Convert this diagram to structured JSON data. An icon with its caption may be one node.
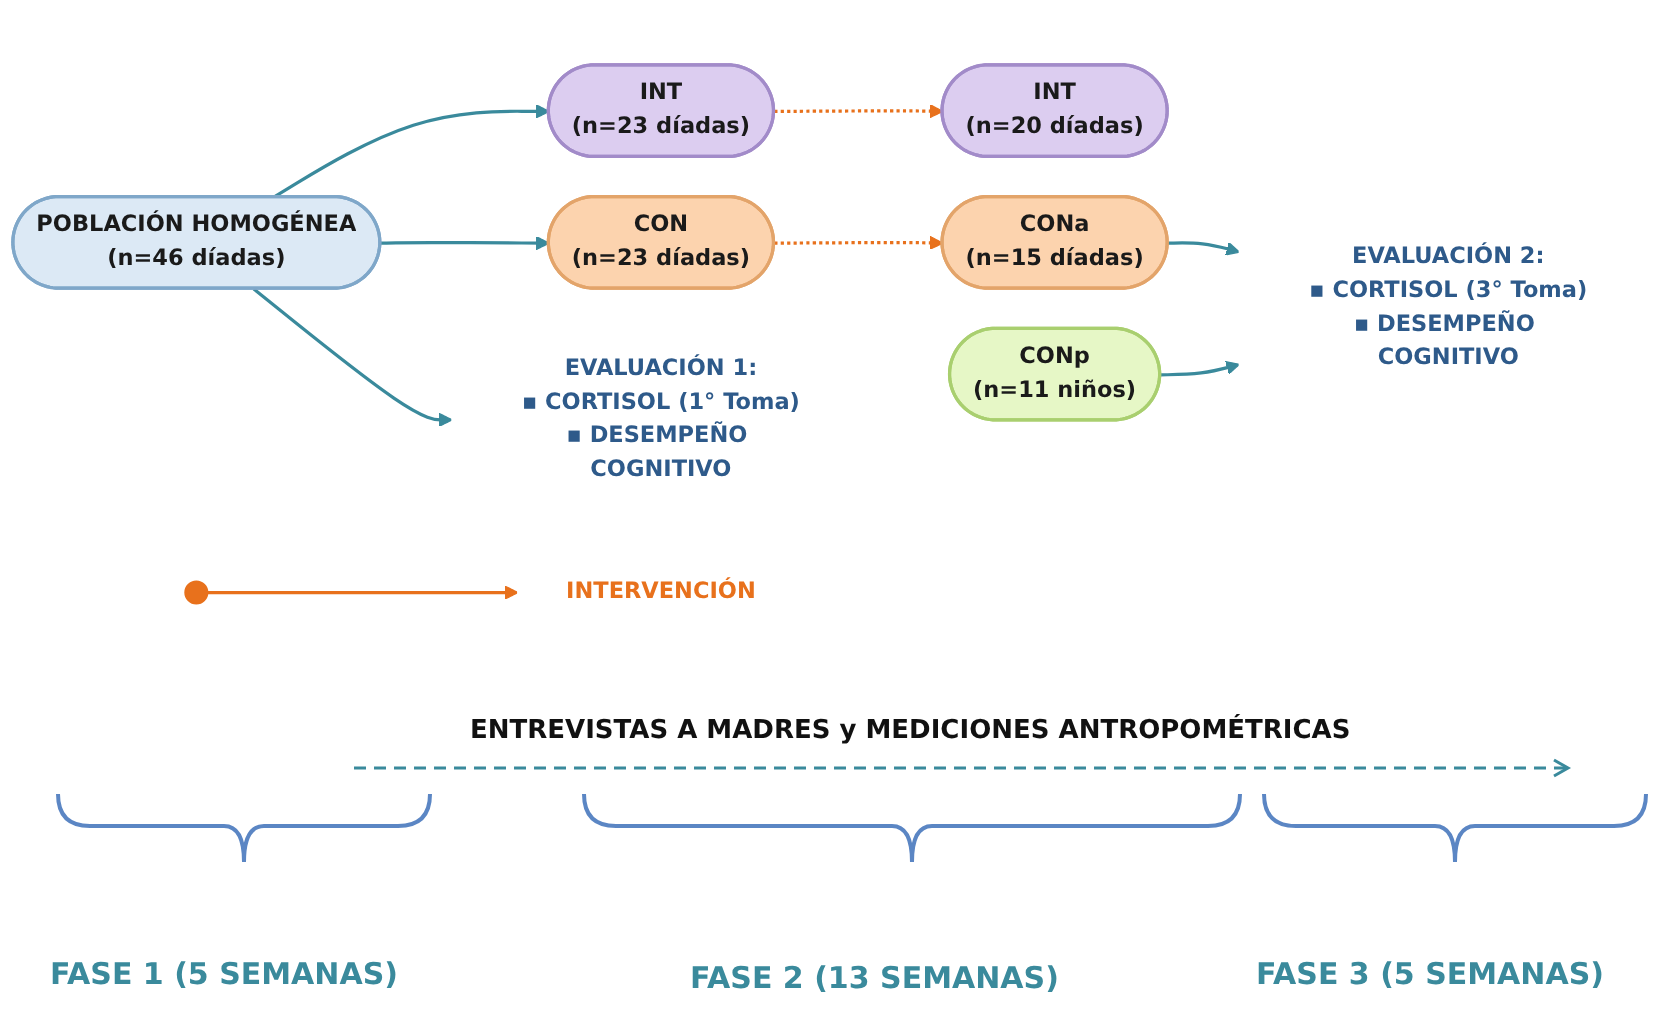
{
  "diagram": {
    "nodes": [
      {
        "text": [
          "POBLACIÓN HOMOGÉNEA",
          "(n=46 díadas)"
        ]
      },
      {
        "text": [
          "INT",
          "(n=23 díadas)"
        ]
      },
      {
        "text": [
          "CON",
          "(n=23 díadas)"
        ]
      },
      {
        "text": [
          "INT",
          "(n=20 díadas)"
        ]
      },
      {
        "text": [
          "CONp",
          "(n=11 niños)"
        ]
      },
      {
        "text": [
          "CONa",
          "(n=15 díadas)"
        ]
      },
      {
        "text": [
          "EVALUACIÓN 1:",
          "▪ CORTISOL (1° Toma)",
          "▪ DESEMPEÑO COGNITIVO"
        ]
      },
      {
        "text": [
          "INTERVENCIÓN"
        ]
      },
      {
        "text": [
          "EVALUACIÓN 2:",
          "▪ CORTISOL (3° Toma)",
          "▪ DESEMPEÑO COGNITIVO"
        ]
      }
    ],
    "edges": [
      {
        "from": 0,
        "to": 1,
        "arrow": "to"
      },
      {
        "from": 0,
        "to": 2,
        "arrow": "to"
      },
      {
        "from": 1,
        "to": 3,
        "arrow": "to",
        "style": "dashed",
        "color": "#e8711c"
      },
      {
        "from": 2,
        "to": 5,
        "arrow": "to",
        "style": "dashed",
        "color": "#e8711c"
      },
      {
        "from": null,
        "to": 7,
        "arrow": "to",
        "color": "#e8711c"
      },
      {
        "from": 0,
        "to": 6,
        "arrow": "to"
      },
      {
        "from": 5,
        "to": 8,
        "arrow": "to"
      },
      {
        "from": 4,
        "to": 8,
        "arrow": "to"
      }
    ],
    "labels": [
      "ENTREVISTAS A MADRES y MEDICIONES ANTROPOMÉTRICAS",
      "FASE 1 (5 SEMANAS)",
      "FASE 2 (13 SEMANAS)",
      "FASE 3 (5 SEMANAS)"
    ]
  }
}
